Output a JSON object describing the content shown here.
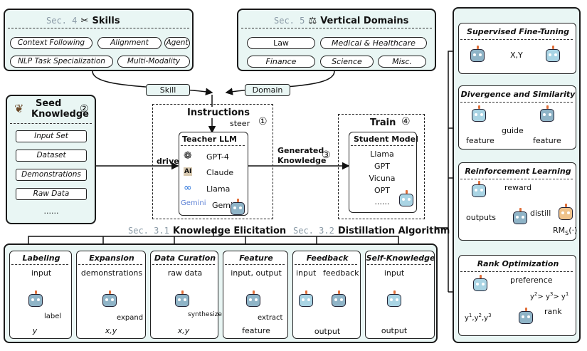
{
  "skills": {
    "sec": "Sec. 4",
    "title": "Skills",
    "items": [
      "Context Following",
      "Alignment",
      "Agent",
      "NLP Task Specialization",
      "Multi-Modality"
    ]
  },
  "domains": {
    "sec": "Sec. 5",
    "title": "Vertical Domains",
    "items": [
      "Law",
      "Medical & Healthcare",
      "Finance",
      "Science",
      "Misc."
    ]
  },
  "connectors": {
    "skill": "Skill",
    "domain": "Domain",
    "drive": "drive",
    "steer": "steer",
    "generated": "Generated",
    "knowledge": "Knowledge"
  },
  "seed": {
    "title_line1": "Seed",
    "title_line2": "Knowledge",
    "num": "②",
    "items": [
      "Input Set",
      "Dataset",
      "Demonstrations",
      "Raw Data",
      "......"
    ]
  },
  "instructions": {
    "title": "Instructions",
    "num": "①",
    "gen_num": "③"
  },
  "teacher": {
    "title": "Teacher LLM",
    "models": [
      "GPT-4",
      "Claude",
      "Llama",
      "Gemini"
    ],
    "logo_claude": "AI",
    "logo_gemini": "Gemini"
  },
  "train": {
    "title": "Train",
    "num": "④",
    "student_title": "Student Model",
    "models": [
      "Llama",
      "GPT",
      "Vicuna",
      "OPT",
      "......"
    ]
  },
  "elicitation": {
    "sec": "Sec. 3.1",
    "title": "Knowledge Elicitation"
  },
  "distillation": {
    "sec": "Sec. 3.2",
    "title": "Distillation Algorithm"
  },
  "methods": {
    "labeling": {
      "title": "Labeling",
      "top": "input",
      "arrow": "label",
      "bottom": "y"
    },
    "expansion": {
      "title": "Expansion",
      "top": "demonstrations",
      "arrow": "expand",
      "bottom": "x,y"
    },
    "curation": {
      "title": "Data Curation",
      "top": "raw data",
      "arrow": "synthesize",
      "bottom": "x,y"
    },
    "feature": {
      "title": "Feature",
      "top": "input, output",
      "arrow": "extract",
      "bottom": "feature"
    },
    "feedback": {
      "title": "Feedback",
      "top_left": "input",
      "top_right": "feedback",
      "bottom": "output"
    },
    "selfknow": {
      "title": "Self-Knowledge",
      "top": "input",
      "bottom": "output"
    }
  },
  "algos": {
    "sft": {
      "title": "Supervised Fine-Tuning",
      "label": "X,Y"
    },
    "div": {
      "title": "Divergence and Similarity",
      "left": "feature",
      "right": "feature",
      "mid": "guide"
    },
    "rl": {
      "title": "Reinforcement Learning",
      "reward": "reward",
      "outputs": "outputs",
      "distill": "distill",
      "rm": "RM",
      "rm_sub": "S",
      "rm_arg": "(·)"
    },
    "rank": {
      "title": "Rank Optimization",
      "pref": "preference",
      "order_a": "y",
      "order_b": "> y",
      "order_c": "> y",
      "rank": "rank",
      "ys": "y"
    }
  },
  "colors": {
    "panel": "#e9f6f4",
    "border": "#1a1a1a",
    "sec": "#8a9aa6",
    "robot": "#8fb4c7",
    "accent": "#e0703a"
  }
}
